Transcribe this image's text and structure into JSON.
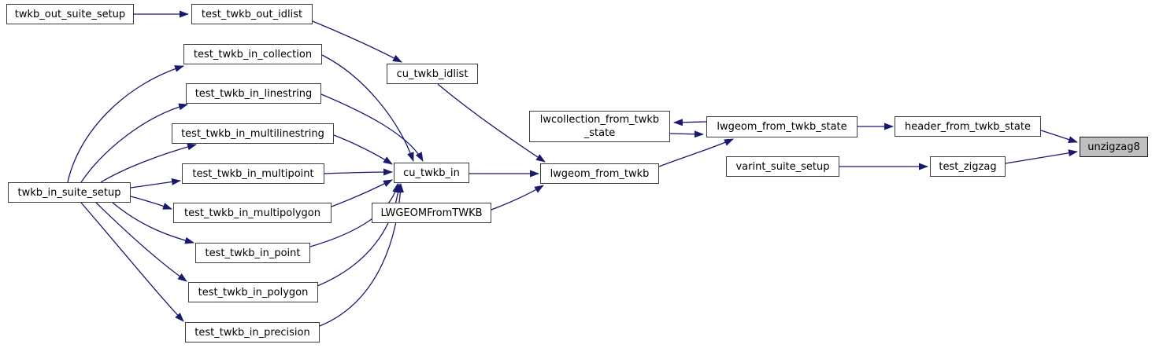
{
  "diagram": {
    "type": "doxygen-call-graph",
    "background_color": "#ffffff",
    "edge_color": "#191970",
    "node_border_color": "#3c3c3c",
    "node_fill_color": "#ffffff",
    "highlight_fill_color": "#bfbfbf",
    "highlighted_node": "unzigzag8",
    "nodes": [
      {
        "id": "twkb_out_suite_setup",
        "label": "twkb_out_suite_setup",
        "highlighted": false
      },
      {
        "id": "test_twkb_out_idlist",
        "label": "test_twkb_out_idlist",
        "highlighted": false
      },
      {
        "id": "test_twkb_in_collection",
        "label": "test_twkb_in_collection",
        "highlighted": false
      },
      {
        "id": "test_twkb_in_linestring",
        "label": "test_twkb_in_linestring",
        "highlighted": false
      },
      {
        "id": "test_twkb_in_multilinestring",
        "label": "test_twkb_in_multilinestring",
        "highlighted": false
      },
      {
        "id": "test_twkb_in_multipoint",
        "label": "test_twkb_in_multipoint",
        "highlighted": false
      },
      {
        "id": "twkb_in_suite_setup",
        "label": "twkb_in_suite_setup",
        "highlighted": false
      },
      {
        "id": "test_twkb_in_multipolygon",
        "label": "test_twkb_in_multipolygon",
        "highlighted": false
      },
      {
        "id": "test_twkb_in_point",
        "label": "test_twkb_in_point",
        "highlighted": false
      },
      {
        "id": "test_twkb_in_polygon",
        "label": "test_twkb_in_polygon",
        "highlighted": false
      },
      {
        "id": "test_twkb_in_precision",
        "label": "test_twkb_in_precision",
        "highlighted": false
      },
      {
        "id": "cu_twkb_idlist",
        "label": "cu_twkb_idlist",
        "highlighted": false
      },
      {
        "id": "cu_twkb_in",
        "label": "cu_twkb_in",
        "highlighted": false
      },
      {
        "id": "LWGEOMFromTWKB",
        "label": "LWGEOMFromTWKB",
        "highlighted": false
      },
      {
        "id": "lwgeom_from_twkb",
        "label": "lwgeom_from_twkb",
        "highlighted": false
      },
      {
        "id": "lwcollection_from_twkb_state",
        "label": "lwcollection_from_twkb",
        "label2": "_state",
        "highlighted": false
      },
      {
        "id": "lwgeom_from_twkb_state",
        "label": "lwgeom_from_twkb_state",
        "highlighted": false
      },
      {
        "id": "header_from_twkb_state",
        "label": "header_from_twkb_state",
        "highlighted": false
      },
      {
        "id": "varint_suite_setup",
        "label": "varint_suite_setup",
        "highlighted": false
      },
      {
        "id": "test_zigzag",
        "label": "test_zigzag",
        "highlighted": false
      },
      {
        "id": "unzigzag8",
        "label": "unzigzag8",
        "highlighted": true
      }
    ],
    "edges": [
      {
        "from": "twkb_out_suite_setup",
        "to": "test_twkb_out_idlist"
      },
      {
        "from": "test_twkb_out_idlist",
        "to": "cu_twkb_idlist"
      },
      {
        "from": "cu_twkb_idlist",
        "to": "lwgeom_from_twkb"
      },
      {
        "from": "twkb_in_suite_setup",
        "to": "test_twkb_in_collection"
      },
      {
        "from": "twkb_in_suite_setup",
        "to": "test_twkb_in_linestring"
      },
      {
        "from": "twkb_in_suite_setup",
        "to": "test_twkb_in_multilinestring"
      },
      {
        "from": "twkb_in_suite_setup",
        "to": "test_twkb_in_multipoint"
      },
      {
        "from": "twkb_in_suite_setup",
        "to": "test_twkb_in_multipolygon"
      },
      {
        "from": "twkb_in_suite_setup",
        "to": "test_twkb_in_point"
      },
      {
        "from": "twkb_in_suite_setup",
        "to": "test_twkb_in_polygon"
      },
      {
        "from": "twkb_in_suite_setup",
        "to": "test_twkb_in_precision"
      },
      {
        "from": "test_twkb_in_collection",
        "to": "cu_twkb_in"
      },
      {
        "from": "test_twkb_in_linestring",
        "to": "cu_twkb_in"
      },
      {
        "from": "test_twkb_in_multilinestring",
        "to": "cu_twkb_in"
      },
      {
        "from": "test_twkb_in_multipoint",
        "to": "cu_twkb_in"
      },
      {
        "from": "test_twkb_in_multipolygon",
        "to": "cu_twkb_in"
      },
      {
        "from": "test_twkb_in_point",
        "to": "cu_twkb_in"
      },
      {
        "from": "test_twkb_in_polygon",
        "to": "cu_twkb_in"
      },
      {
        "from": "test_twkb_in_precision",
        "to": "cu_twkb_in"
      },
      {
        "from": "cu_twkb_in",
        "to": "lwgeom_from_twkb"
      },
      {
        "from": "LWGEOMFromTWKB",
        "to": "lwgeom_from_twkb"
      },
      {
        "from": "lwgeom_from_twkb",
        "to": "lwgeom_from_twkb_state"
      },
      {
        "from": "lwgeom_from_twkb_state",
        "to": "lwcollection_from_twkb_state"
      },
      {
        "from": "lwcollection_from_twkb_state",
        "to": "lwgeom_from_twkb_state"
      },
      {
        "from": "lwgeom_from_twkb_state",
        "to": "header_from_twkb_state"
      },
      {
        "from": "header_from_twkb_state",
        "to": "unzigzag8"
      },
      {
        "from": "varint_suite_setup",
        "to": "test_zigzag"
      },
      {
        "from": "test_zigzag",
        "to": "unzigzag8"
      }
    ]
  }
}
